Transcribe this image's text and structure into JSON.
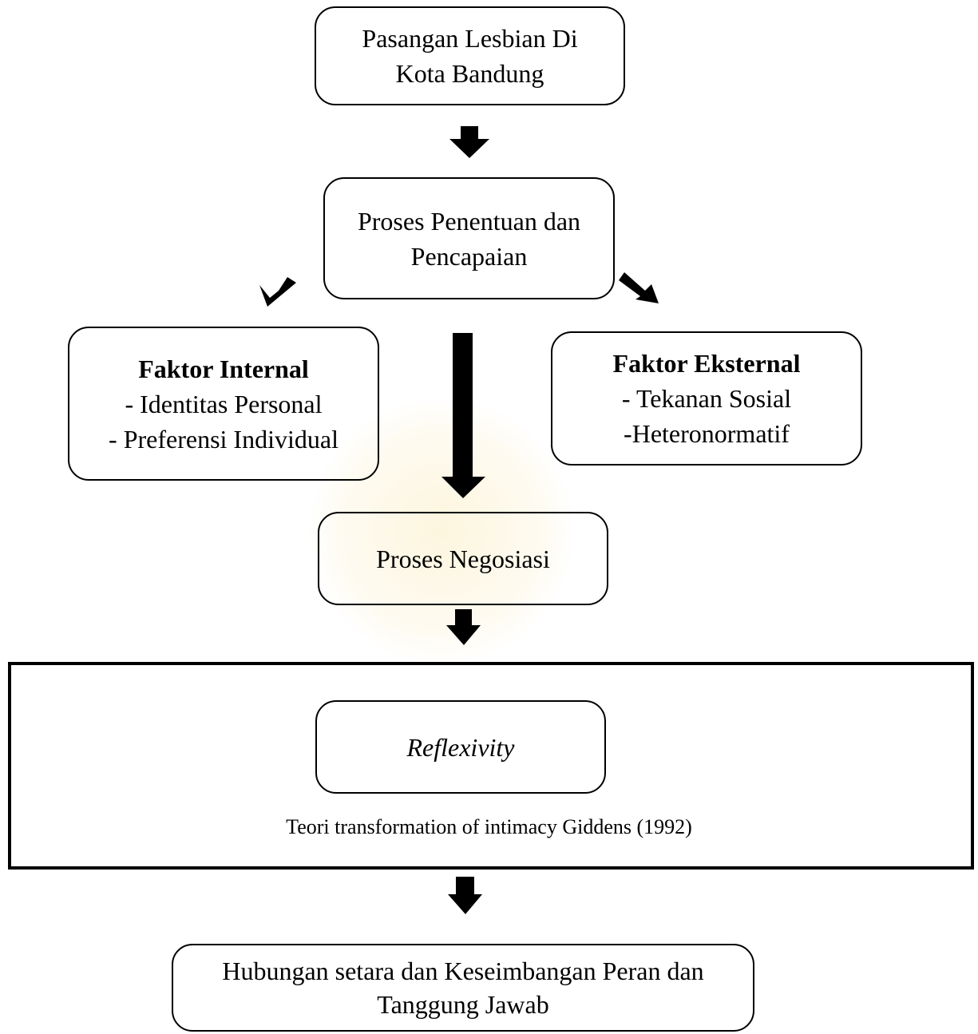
{
  "nodes": {
    "top": {
      "lines": [
        "Pasangan Lesbian Di",
        "Kota Bandung"
      ]
    },
    "process": {
      "lines": [
        "Proses Penentuan dan",
        "Pencapaian"
      ]
    },
    "internal": {
      "heading": "Faktor Internal",
      "items": [
        "- Identitas Personal",
        "- Preferensi Individual"
      ]
    },
    "external": {
      "heading": "Faktor Eksternal",
      "items": [
        "- Tekanan Sosial",
        "-Heteronormatif"
      ]
    },
    "negotiation": {
      "label": "Proses Negosiasi"
    },
    "reflexivity": {
      "label": "Reflexivity"
    },
    "theory": {
      "caption": "Teori transformation of intimacy Giddens (1992)"
    },
    "result": {
      "lines": [
        "Hubungan setara dan Keseimbangan Peran dan",
        "Tanggung Jawab"
      ]
    }
  },
  "colors": {
    "stroke": "#000000",
    "background": "#ffffff",
    "watermark": "#f5dc8c"
  }
}
